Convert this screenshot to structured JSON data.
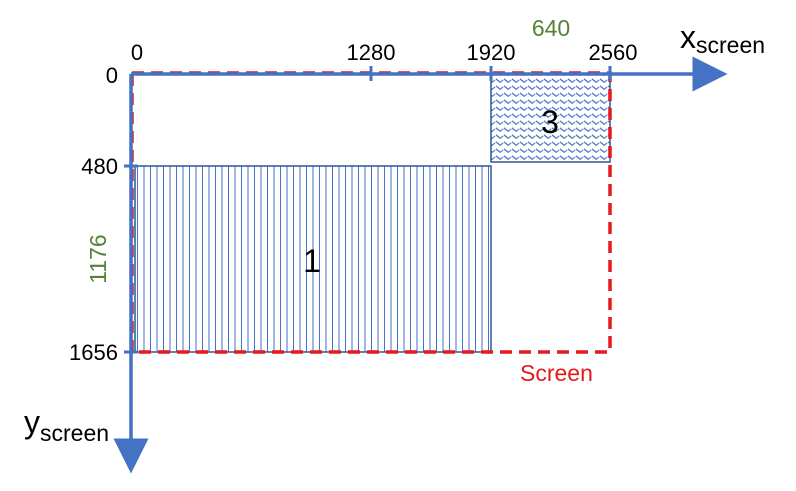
{
  "axes": {
    "x_label_main": "x",
    "x_label_sub": "screen",
    "y_label_main": "y",
    "y_label_sub": "screen",
    "color": "#4472C4"
  },
  "ticks": {
    "x": [
      "0",
      "1280",
      "1920",
      "2560"
    ],
    "y": [
      "0",
      "480",
      "1656"
    ]
  },
  "dimensions": {
    "width_640": "640",
    "height_1176": "1176",
    "color": "#548235"
  },
  "screen": {
    "label": "Screen",
    "color": "#E41A1C"
  },
  "regions": [
    {
      "label": "1",
      "pattern": "vertical-lines"
    },
    {
      "label": "3",
      "pattern": "dotted"
    }
  ]
}
